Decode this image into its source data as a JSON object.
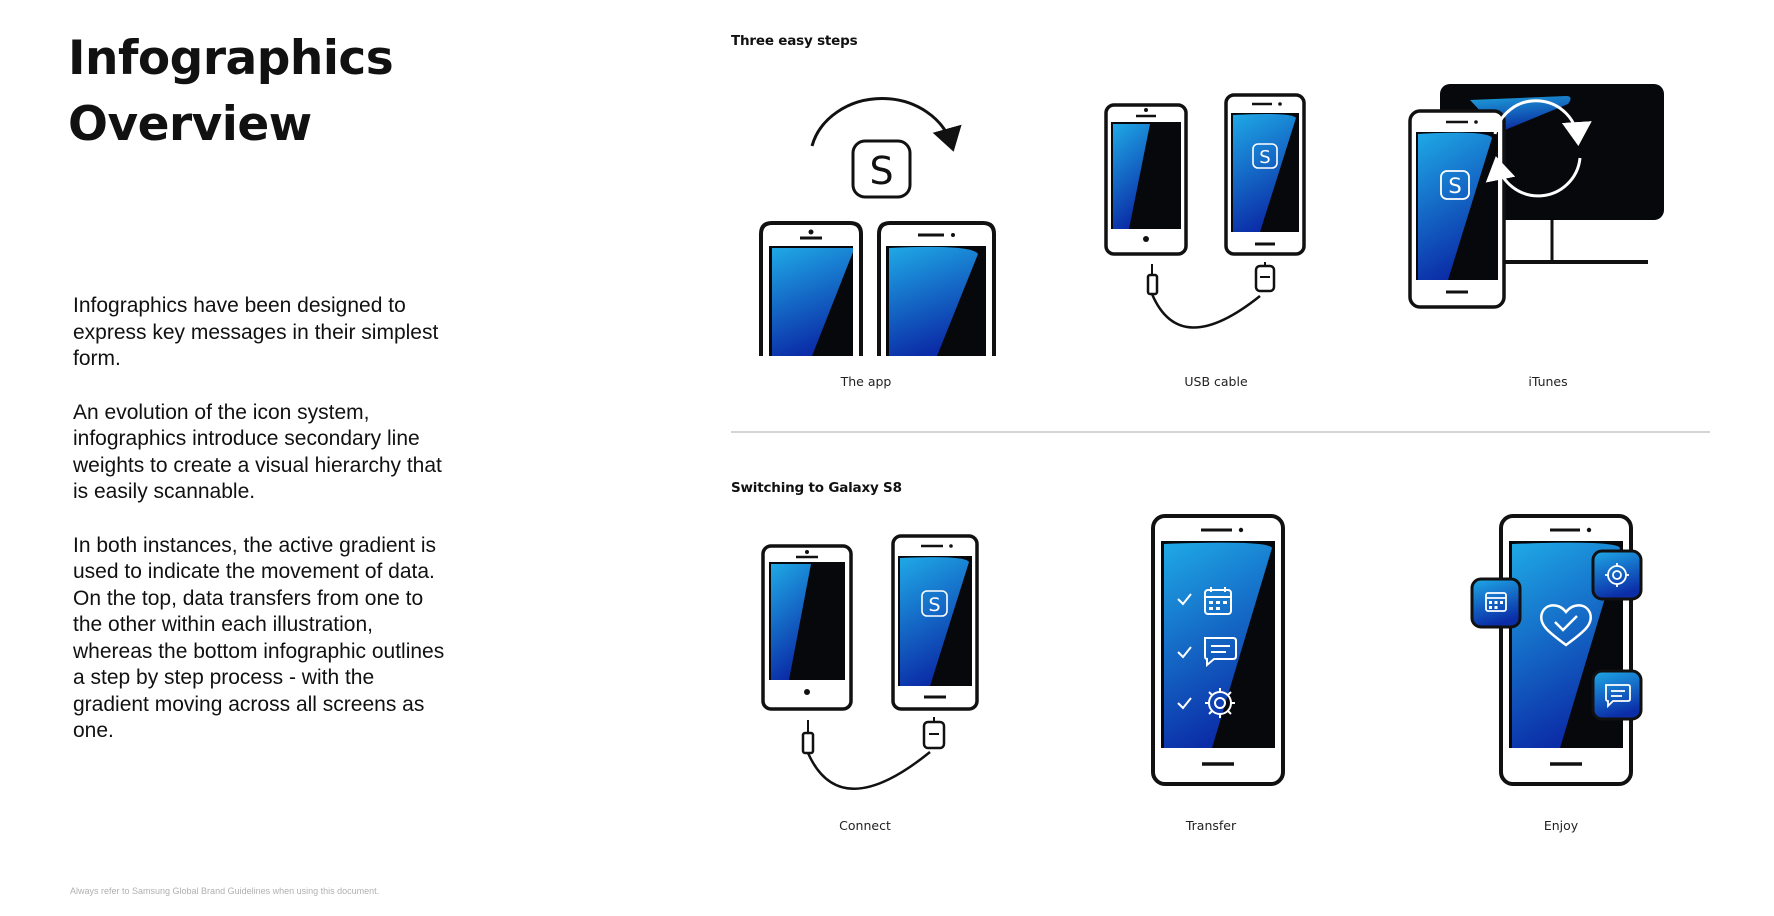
{
  "page": {
    "title_line1": "Infographics",
    "title_line2": "Overview",
    "paragraphs": [
      "Infographics have been designed to express key messages in their simplest form.",
      "An evolution of the icon system, infographics introduce secondary line weights to create a visual hierarchy that is easily scannable.",
      "In both instances, the active gradient is used to indicate the movement of data. On the top, data transfers from one to the other within each illustration, whereas the bottom infographic outlines a step by step process - with the gradient moving across all screens as one."
    ],
    "footer": "Always refer to Samsung Global Brand Guidelines when using this document."
  },
  "top_section": {
    "label": "Three easy steps",
    "captions": [
      "The app",
      "USB cable",
      "iTunes"
    ]
  },
  "bottom_section": {
    "label": "Switching to Galaxy S8",
    "captions": [
      "Connect",
      "Transfer",
      "Enjoy"
    ]
  },
  "icons": [
    "switch-arc-icon",
    "app-s-icon",
    "usb-cable-icon",
    "monitor-icon",
    "sync-icon",
    "calendar-icon",
    "message-icon",
    "settings-icon",
    "heart-check-icon",
    "check-icon"
  ],
  "colors": {
    "text": "#111111",
    "gradient_start": "#1fa9e6",
    "gradient_end": "#0b2ea8",
    "screen_dark": "#06080c",
    "divider": "#d4d4d4"
  }
}
